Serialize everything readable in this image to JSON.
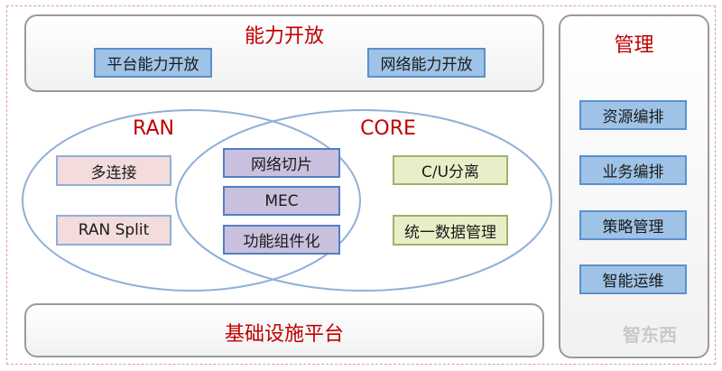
{
  "top_panel": {
    "title": "能力开放",
    "items": [
      "平台能力开放",
      "网络能力开放"
    ]
  },
  "bottom_panel": {
    "title": "基础设施平台"
  },
  "right_panel": {
    "title": "管理",
    "items": [
      "资源编排",
      "业务编排",
      "策略管理",
      "智能运维"
    ]
  },
  "ran": {
    "label": "RAN",
    "items": [
      "多连接",
      "RAN Split"
    ]
  },
  "core": {
    "label": "CORE",
    "items": [
      "C/U分离",
      "统一数据管理"
    ]
  },
  "overlap": {
    "items": [
      "网络切片",
      "MEC",
      "功能组件化"
    ]
  },
  "watermark": "智东西",
  "colors": {
    "title_red": "#c00000",
    "ellipse_blue": "#8fb0d8"
  }
}
